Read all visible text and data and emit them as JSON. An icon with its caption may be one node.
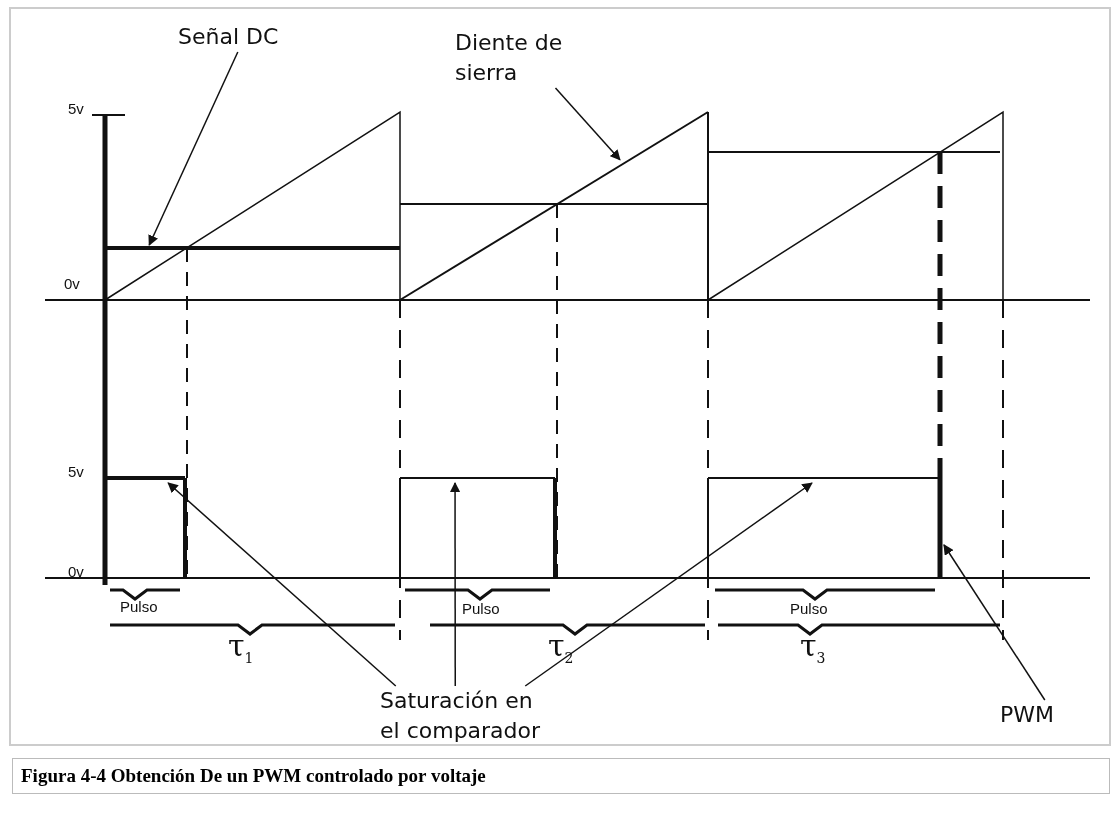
{
  "diagram": {
    "caption": "Figura 4-4 Obtención De un PWM controlado por voltaje",
    "nodes": [
      {
        "text": [
          "Señal DC"
        ]
      },
      {
        "text": [
          "Diente de sierra"
        ]
      },
      {
        "text": [
          "Saturación en el comparador"
        ]
      },
      {
        "text": [
          "PWM"
        ]
      },
      {
        "text": [],
        "shape": "line"
      },
      {
        "text": [],
        "shape": "line"
      },
      {
        "text": [],
        "shape": "line"
      },
      {
        "text": [],
        "shape": "line"
      },
      {
        "text": [],
        "shape": "line"
      },
      {
        "text": [],
        "shape": "line"
      }
    ],
    "edges": [
      {
        "from": 0,
        "to": 4,
        "arrow": "to"
      },
      {
        "from": 1,
        "to": 5,
        "arrow": "to"
      },
      {
        "from": 2,
        "to": 6,
        "arrow": "to"
      },
      {
        "from": 2,
        "to": 7,
        "arrow": "to"
      },
      {
        "from": 2,
        "to": 8,
        "arrow": "to"
      },
      {
        "from": 3,
        "to": 9,
        "arrow": "to"
      }
    ],
    "labels": [
      "5v",
      "0v",
      "5v",
      "0v",
      "Pulso",
      "Pulso",
      "Pulso",
      "τ$_{1}$",
      "τ$_{2}$",
      "τ$_{3}$"
    ]
  }
}
